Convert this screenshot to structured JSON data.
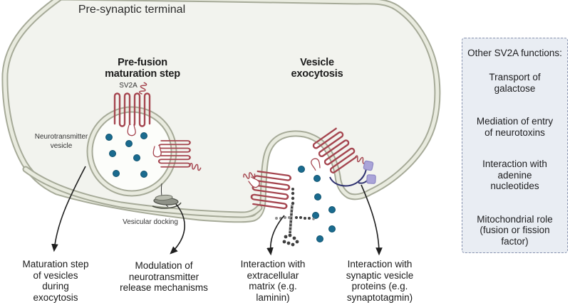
{
  "title": "Pre-synaptic terminal",
  "headings": {
    "prefusion": "Pre-fusion\nmaturation step",
    "exocytosis": "Vesicle\nexocytosis"
  },
  "labels": {
    "sv2a": "SV2A",
    "neurotransmitter_vesicle": "Neurotransmitter\nvesicle",
    "vesicular_docking": "Vesicular docking"
  },
  "annotations": [
    {
      "text": "Maturation step\nof vesicles\nduring\nexocytosis"
    },
    {
      "text": "Modulation of\nneurotransmitter\nrelease mechanisms"
    },
    {
      "text": "Interaction with\nextracellular\nmatrix (e.g.\nlaminin)"
    },
    {
      "text": "Interaction with\nsynaptic vesicle\nproteins (e.g.\nsynaptotagmin)"
    }
  ],
  "side_panel": {
    "title": "Other SV2A functions:",
    "items": [
      {
        "text": "Transport of\ngalactose"
      },
      {
        "text": "Mediation of entry\nof neurotoxins"
      },
      {
        "text": "Interaction with\nadenine\nnucleotides"
      },
      {
        "text": "Mitochondrial role\n(fusion or fission\nfactor)"
      }
    ]
  },
  "colors": {
    "membrane_edge": "#a6aa98",
    "membrane_core": "#e9ebdf",
    "cytoplasm": "#f2f3ee",
    "vesicle_lumen": "#fcfdfa",
    "sv2a_protein": "#a5454f",
    "neurotransmitter_dot": "#1a6b8f",
    "neurotransmitter_dot_edge": "#10536f",
    "synaptotagmin_square": "#aaa4d8",
    "synaptotagmin_line": "#2f3270",
    "laminin": "#3f3f3f",
    "arrow": "#1f1f1f",
    "panel_background": "#e9edf3",
    "panel_border": "#8590ad"
  }
}
